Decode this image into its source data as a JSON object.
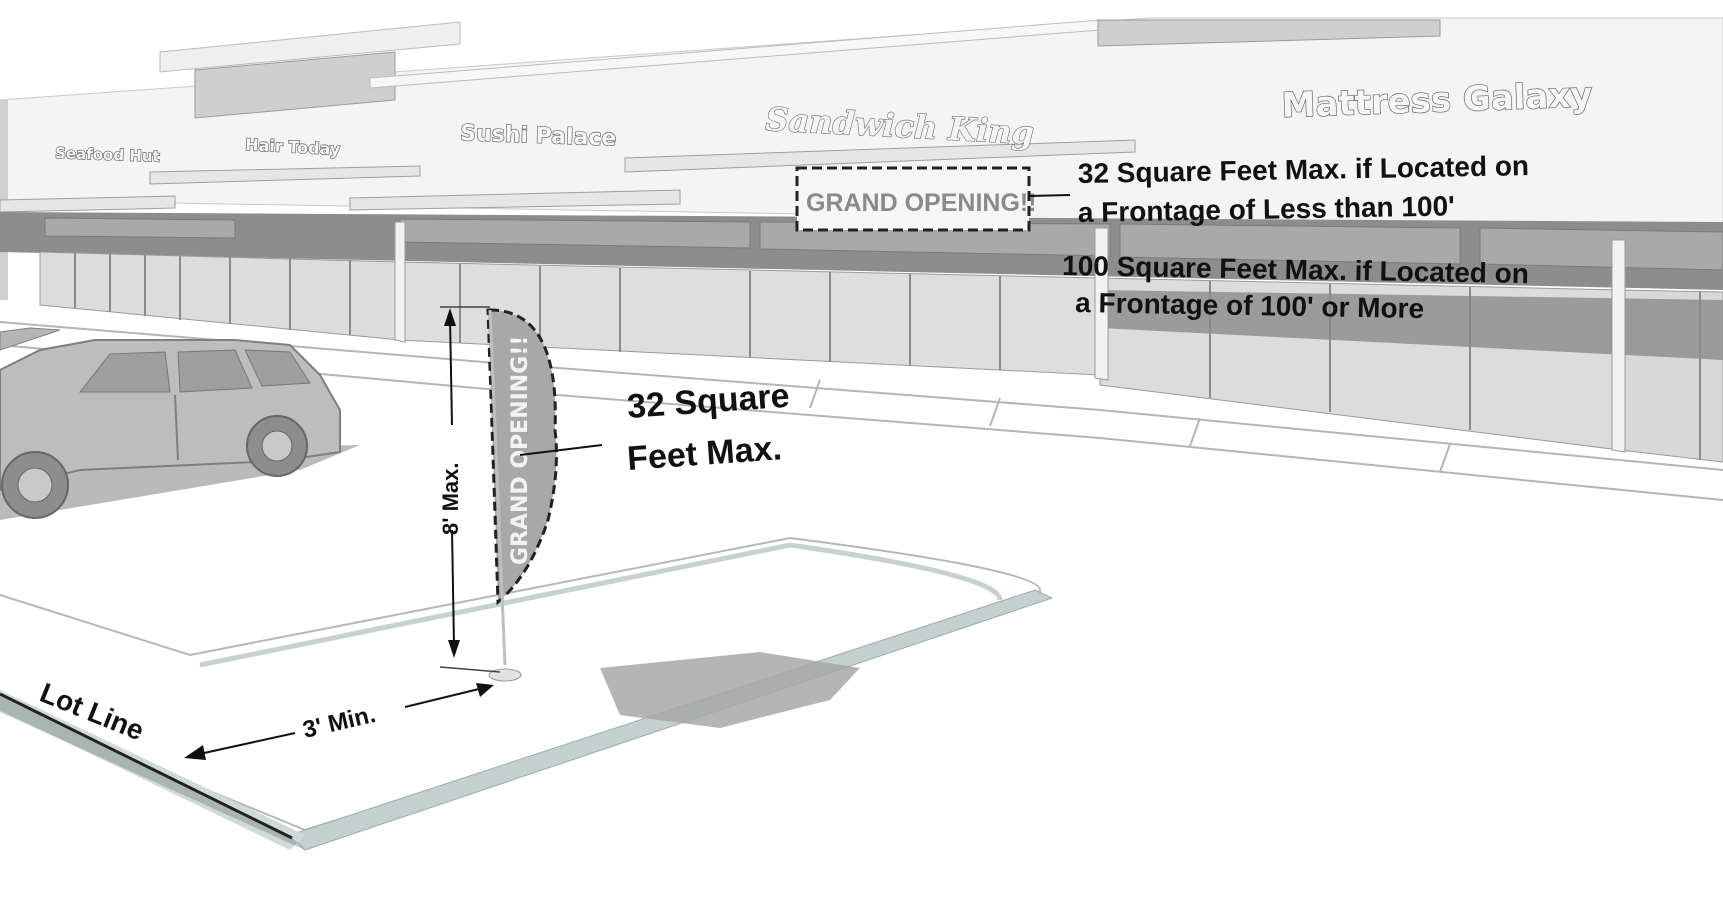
{
  "storefront_signs": {
    "store_1": "Seafood Hut",
    "store_2": "Hair Today",
    "store_3": "Sushi Palace",
    "store_4": "Sandwich King",
    "store_5": "Mattress Galaxy"
  },
  "wall_sign": {
    "text": "GRAND OPENING!!"
  },
  "feather_banner": {
    "text": "GRAND OPENING!!"
  },
  "annotations": {
    "wall_sign_small_line1": "32 Square Feet Max. if Located on",
    "wall_sign_small_line2": "a Frontage of Less than 100'",
    "wall_sign_large_line1": "100 Square Feet Max. if Located on",
    "wall_sign_large_line2": "a Frontage of 100' or More",
    "banner_area_line1": "32 Square",
    "banner_area_line2": "Feet Max.",
    "banner_height": "8' Max.",
    "setback": "3' Min.",
    "lot_line": "Lot Line"
  },
  "colors": {
    "building_face": "#f3f3f3",
    "storefront_band": "#8c8c8c",
    "window_glass": "#dcdcdc",
    "car": "#bdbdbd",
    "shadow": "#a8a8a8",
    "curb_edge": "#c3d0cf"
  }
}
